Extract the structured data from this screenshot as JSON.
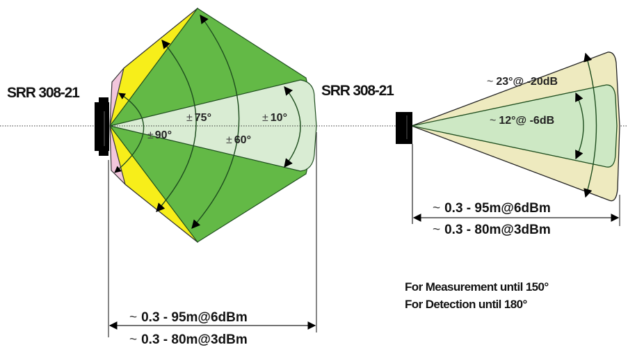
{
  "left_diagram": {
    "sensor_label": "SRR 308-21",
    "angles": [
      {
        "id": "pm90",
        "prefix": "±",
        "value": "90°"
      },
      {
        "id": "pm75",
        "prefix": "±",
        "value": "75°"
      },
      {
        "id": "pm60",
        "prefix": "±",
        "value": "60°"
      },
      {
        "id": "pm10",
        "prefix": "±",
        "value": "10°"
      }
    ],
    "ranges": [
      {
        "prefix": "~",
        "text": "0.3 - 95m@6dBm"
      },
      {
        "prefix": "~",
        "text": "0.3 - 80m@3dBm"
      }
    ]
  },
  "right_diagram": {
    "sensor_label": "SRR 308-21",
    "beams": [
      {
        "prefix": "~",
        "text": "23°@ -20dB"
      },
      {
        "prefix": "~",
        "text": "12°@ -6dB"
      }
    ],
    "ranges": [
      {
        "prefix": "~",
        "text": "0.3 - 95m@6dBm"
      },
      {
        "prefix": "~",
        "text": "0.3 - 80m@3dBm"
      }
    ]
  },
  "notes": [
    "For Measurement until 150°",
    "For Detection until 180°"
  ],
  "colors": {
    "pink": "#f2c6dc",
    "yellow": "#f7ee1a",
    "green": "#63b946",
    "light_green": "#d9ecd3",
    "beige": "#eeeabf",
    "inner_green": "#cde8c4",
    "outline": "#1e4d1e"
  }
}
